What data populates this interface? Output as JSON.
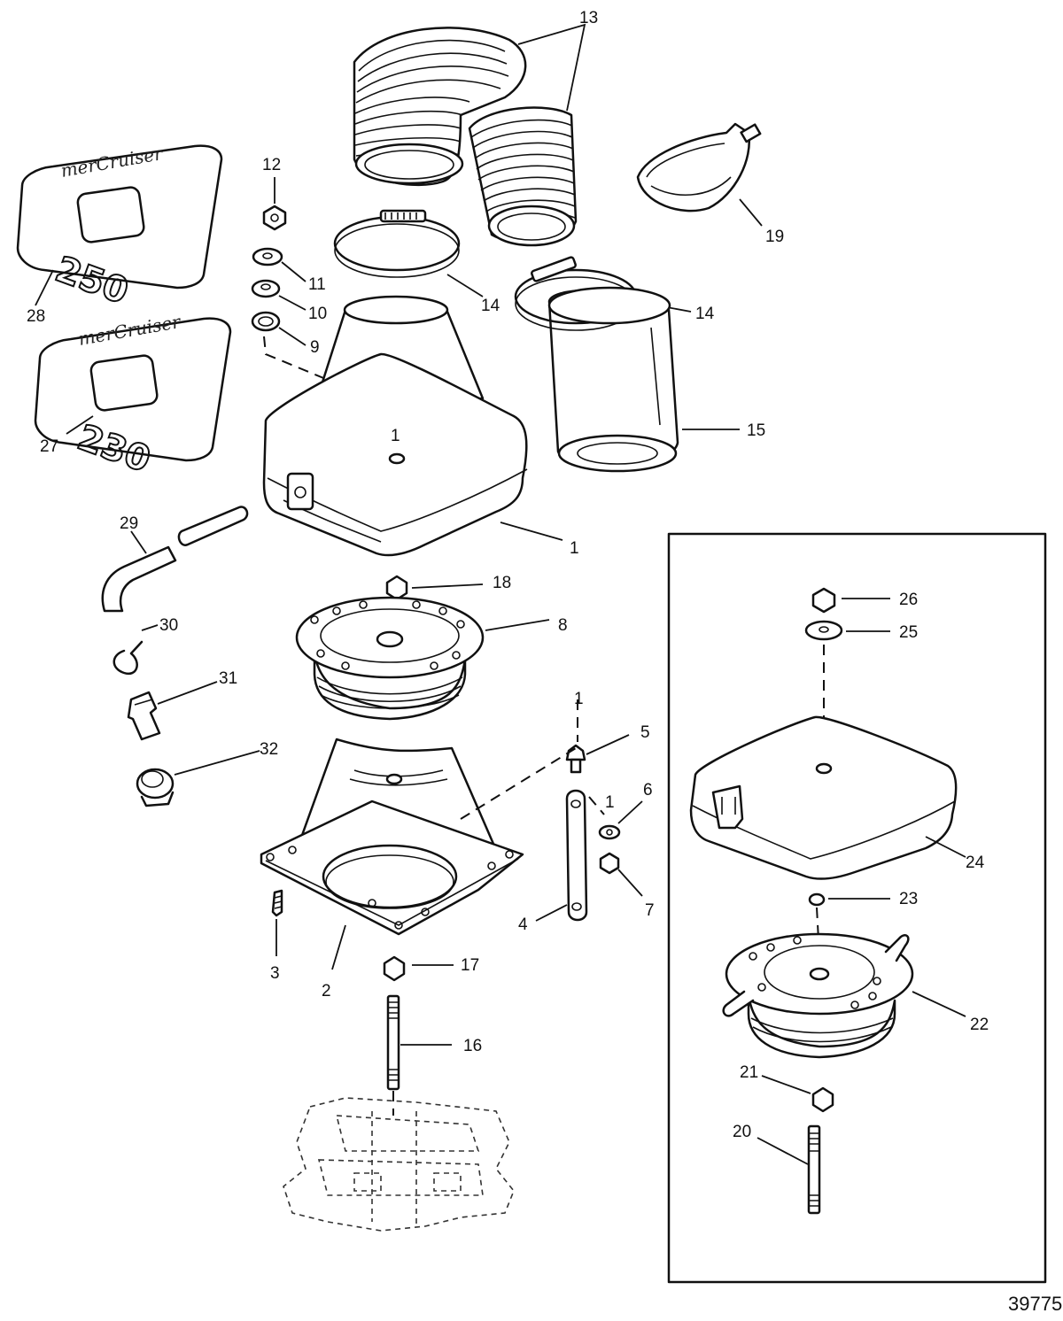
{
  "figure_number": "39775",
  "decals": [
    {
      "id": "28",
      "brand": "merCruiser",
      "model": "250"
    },
    {
      "id": "27",
      "brand": "merCruiser",
      "model": "230"
    }
  ],
  "callouts": [
    "1",
    "2",
    "3",
    "4",
    "5",
    "6",
    "7",
    "8",
    "9",
    "10",
    "11",
    "12",
    "13",
    "14",
    "14",
    "15",
    "16",
    "17",
    "18",
    "19",
    "20",
    "21",
    "22",
    "23",
    "24",
    "25",
    "26",
    "27",
    "28",
    "29",
    "30",
    "31",
    "32"
  ],
  "hidden_refs": [
    "1",
    "1",
    "1"
  ]
}
